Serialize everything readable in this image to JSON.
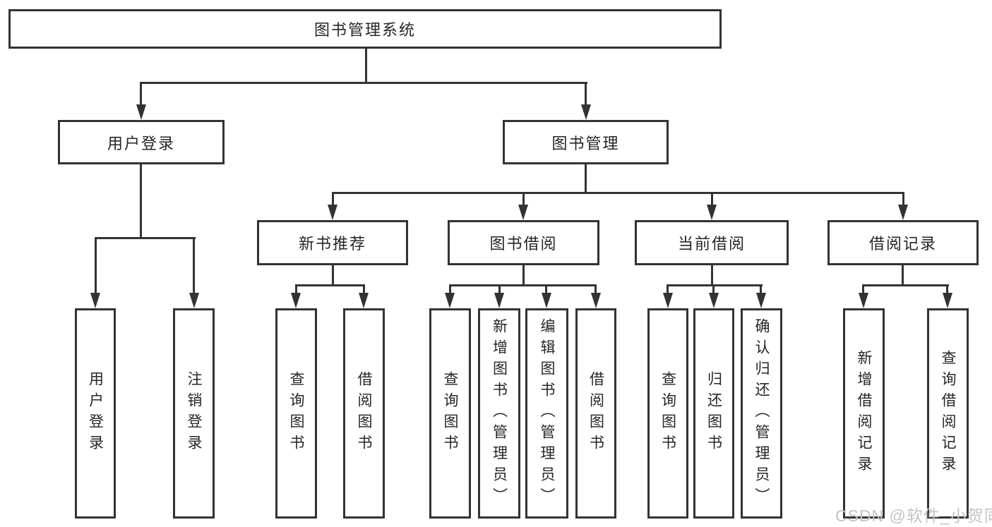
{
  "tree": {
    "root": {
      "label": "图书管理系统"
    },
    "branches": [
      {
        "label": "用户登录",
        "children": [
          {
            "label": "用户登录"
          },
          {
            "label": "注销登录"
          }
        ]
      },
      {
        "label": "图书管理",
        "children": [
          {
            "label": "新书推荐",
            "children": [
              {
                "label": "查询图书"
              },
              {
                "label": "借阅图书"
              }
            ]
          },
          {
            "label": "图书借阅",
            "children": [
              {
                "label": "查询图书"
              },
              {
                "label": "新增图书（管理员）"
              },
              {
                "label": "编辑图书（管理员）"
              },
              {
                "label": "借阅图书"
              }
            ]
          },
          {
            "label": "当前借阅",
            "children": [
              {
                "label": "查询图书"
              },
              {
                "label": "归还图书"
              },
              {
                "label": "确认归还（管理员）"
              }
            ]
          },
          {
            "label": "借阅记录",
            "children": [
              {
                "label": "新增借阅记录"
              },
              {
                "label": "查询借阅记录"
              }
            ]
          }
        ]
      }
    ]
  },
  "watermark": {
    "text": "CSDN @软件_小贺同学",
    "color": "#c7c3c3"
  },
  "style": {
    "border_color": "#333333",
    "line_color": "#333333",
    "text_color": "#262626",
    "background": "#ffffff"
  }
}
